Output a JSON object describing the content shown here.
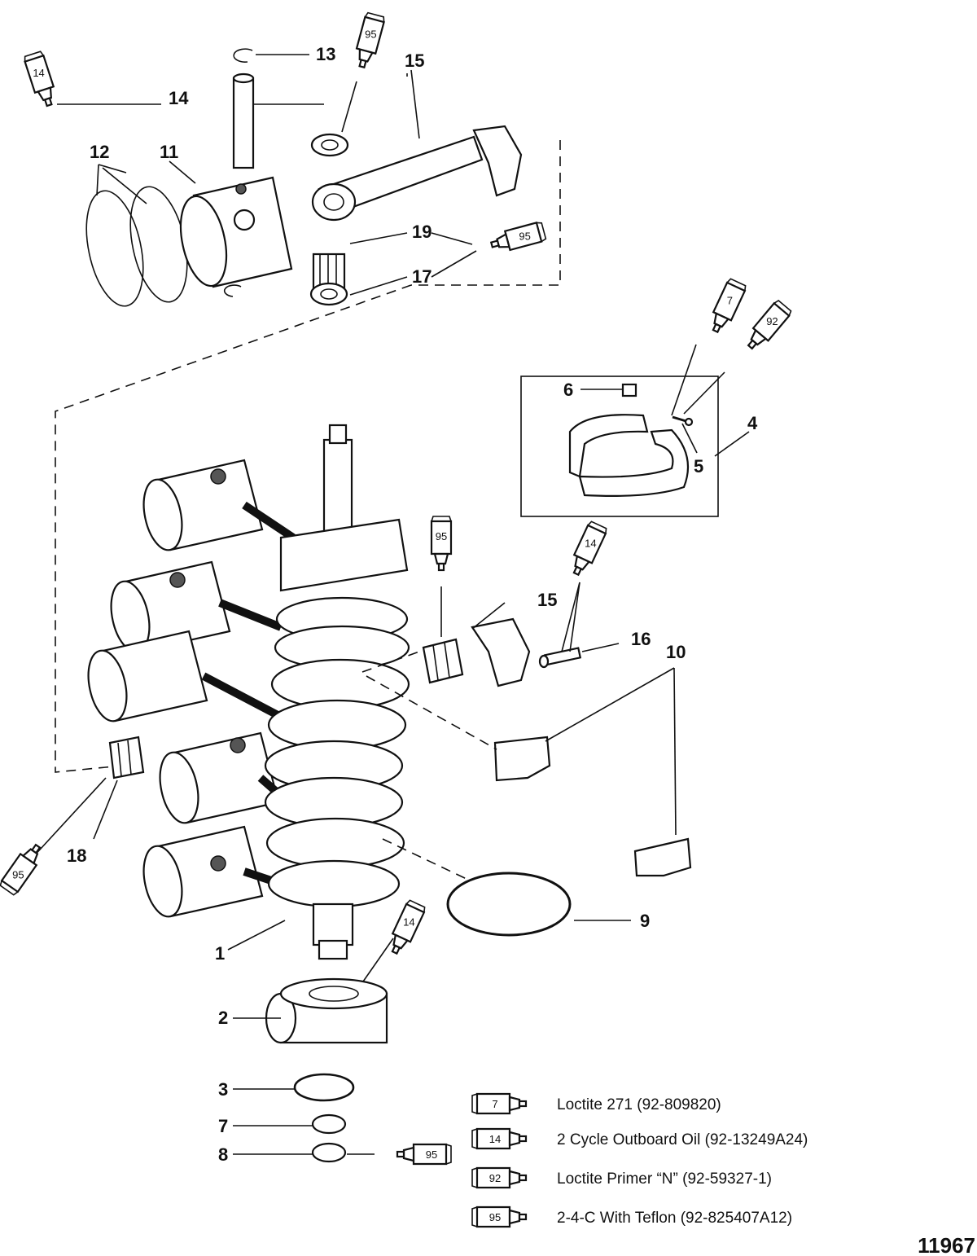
{
  "callouts": {
    "c1": "1",
    "c2": "2",
    "c3": "3",
    "c4": "4",
    "c5": "5",
    "c6": "6",
    "c7a": "7",
    "c8": "8",
    "c9": "9",
    "c10": "10",
    "c11": "11",
    "c12": "12",
    "c13": "13",
    "c14": "14",
    "c15a": "15",
    "c15b": "15",
    "c16": "16",
    "c17": "17",
    "c18": "18",
    "c19": "19"
  },
  "tubes": {
    "t_top_left": "14",
    "t_top_mid": "95",
    "t_rod": "95",
    "t_ring_7": "7",
    "t_ring_92": "92",
    "t_mid_95": "95",
    "t_mid_14": "14",
    "t_left_95": "95",
    "t_bearing_14": "14",
    "t_bottom_95": "95"
  },
  "legend": [
    {
      "code": "7",
      "text": "Loctite 271 (92-809820)"
    },
    {
      "code": "14",
      "text": "2 Cycle Outboard Oil (92-13249A24)"
    },
    {
      "code": "92",
      "text": "Loctite Primer “N” (92-59327-1)"
    },
    {
      "code": "95",
      "text": "2-4-C  With Teflon (92-825407A12)"
    }
  ],
  "figure_number": "11967"
}
